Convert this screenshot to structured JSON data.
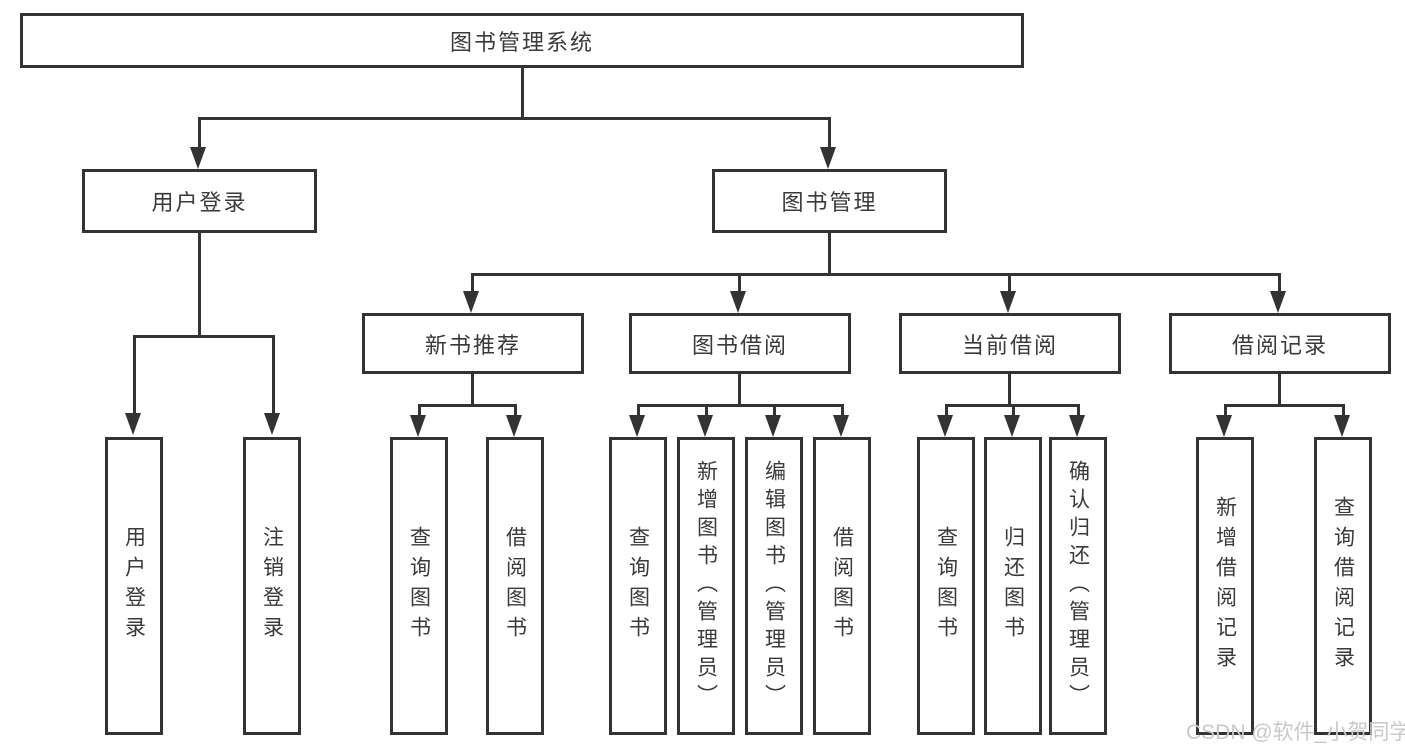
{
  "diagram": {
    "root_label": "图书管理系统",
    "login": {
      "label": "用户登录",
      "children": [
        {
          "label": "用户登录"
        },
        {
          "label": "注销登录"
        }
      ]
    },
    "mgmt": {
      "label": "图书管理",
      "groups": [
        {
          "label": "新书推荐",
          "children": [
            {
              "label": "查询图书"
            },
            {
              "label": "借阅图书"
            }
          ]
        },
        {
          "label": "图书借阅",
          "children": [
            {
              "label": "查询图书"
            },
            {
              "label": "新增图书（管理员）"
            },
            {
              "label": "编辑图书（管理员）"
            },
            {
              "label": "借阅图书"
            }
          ]
        },
        {
          "label": "当前借阅",
          "children": [
            {
              "label": "查询图书"
            },
            {
              "label": "归还图书"
            },
            {
              "label": "确认归还（管理员）"
            }
          ]
        },
        {
          "label": "借阅记录",
          "children": [
            {
              "label": "新增借阅记录"
            },
            {
              "label": "查询借阅记录"
            }
          ]
        }
      ]
    },
    "colors": {
      "line": "#333333",
      "text": "#3a3a3a",
      "watermark": "#c9c9c9"
    }
  },
  "watermark": {
    "text": "CSDN @软件_小贺同学"
  }
}
